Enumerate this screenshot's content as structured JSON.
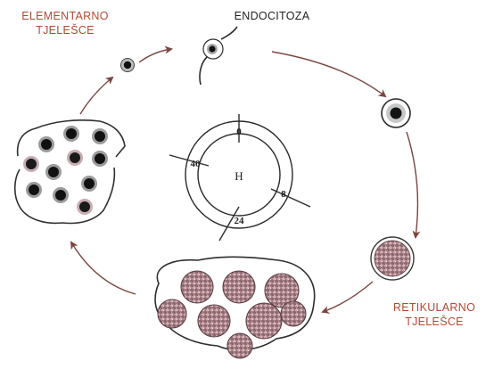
{
  "labels": {
    "elementary_body": [
      "ELEMENTARNO",
      "TJELEŠCE"
    ],
    "endocytosis": "ENDOCITOZA",
    "reticulate_body": [
      "RETIKULARNO",
      "TJELEŠCE"
    ]
  },
  "clock": {
    "center": "H",
    "ticks": [
      "0",
      "8",
      "24",
      "40"
    ]
  },
  "colors": {
    "label_accent": "#b24a33",
    "line": "#3a3a3a",
    "arrow": "#7a4640",
    "particle_dark": "#1a1a1a",
    "particle_pink": "#c9a4a8"
  }
}
